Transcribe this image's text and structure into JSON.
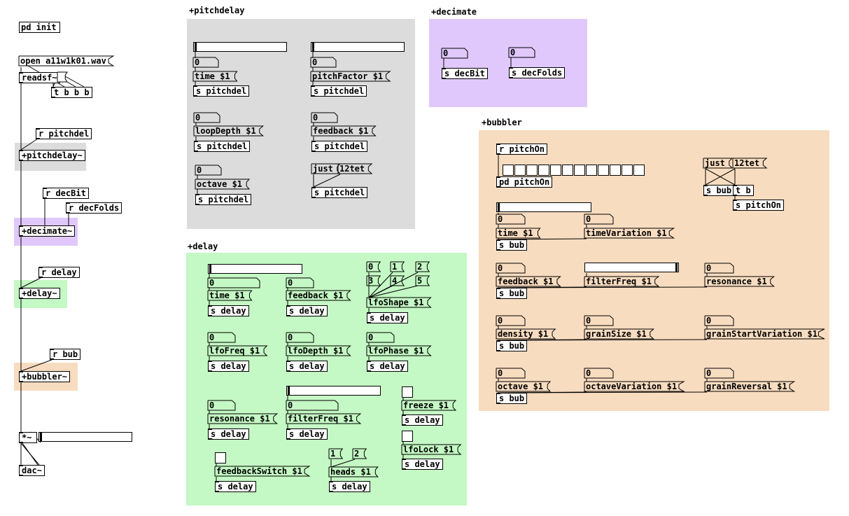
{
  "colors": {
    "pitchdelay_bg": "#dcdcdc",
    "decimate_bg": "#e0c8fc",
    "delay_bg": "#c4f8c4",
    "bubbler_bg": "#f8dcc0",
    "ink": "#000000"
  },
  "main": {
    "init": "pd init",
    "open": "open a11w1k01.wav",
    "readsf": "readsf~",
    "trigger": "t b b b",
    "r_pitchdel": "r pitchdel",
    "pitchdelay_abs": "+pitchdelay~",
    "r_decbit": "r decBit",
    "r_decfolds": "r decFolds",
    "decimate_abs": "+decimate~",
    "r_delay": "r delay",
    "delay_abs": "+delay~",
    "r_bub": "r bub",
    "bubbler_abs": "+bubbler~",
    "mul": "*~",
    "dac": "dac~"
  },
  "pitchdelay": {
    "title": "+pitchdelay",
    "nb1": "0",
    "time": "time $1",
    "s1": "s pitchdel",
    "nb2": "0",
    "pitchfactor": "pitchFactor $1",
    "s2": "s pitchdel",
    "nb3": "0",
    "loopdepth": "loopDepth $1",
    "s3": "s pitchdel",
    "nb4": "0",
    "feedback": "feedback $1",
    "s4": "s pitchdel",
    "nb5": "0",
    "octave": "octave $1",
    "s5": "s pitchdel",
    "just": "just",
    "twelvetet": "12tet",
    "s6": "s pitchdel"
  },
  "decimate": {
    "title": "+decimate",
    "nb1": "0",
    "s1": "s decBit",
    "nb2": "0",
    "s2": "s decFolds"
  },
  "bubbler": {
    "title": "+bubbler",
    "r_pitchon": "r pitchOn",
    "pd_pitchon": "pd pitchOn",
    "just": "just",
    "twelvetet": "12tet",
    "s_bub": "s bub",
    "t_b": "t b",
    "s_pitchon": "s pitchOn",
    "nb_time": "0",
    "time": "time $1",
    "s_time": "s bub",
    "nb_timevar": "0",
    "timevariation": "timeVariation $1",
    "nb_feedback": "0",
    "feedback": "feedback $1",
    "s_feedback": "s bub",
    "filterfreq": "filterFreq $1",
    "nb_res": "0",
    "resonance": "resonance $1",
    "nb_density": "0",
    "density": "density $1",
    "s_density": "s bub",
    "nb_grain": "0",
    "grainsize": "grainSize $1",
    "nb_gsv": "0",
    "grainstart": "grainStartVariation $1",
    "nb_oct": "0",
    "octave": "octave $1",
    "s_oct": "s bub",
    "nb_octvar": "0",
    "octavevariation": "octaveVariation $1",
    "nb_rev": "0",
    "grainreversal": "grainReversal $1",
    "pitch_slider_level": 1.0
  },
  "delay": {
    "title": "+delay",
    "nb_time": "0",
    "time": "time $1",
    "s_time": "s delay",
    "nb_fb": "0",
    "feedback": "feedback $1",
    "s_fb": "s delay",
    "m0": "0",
    "m1": "1",
    "m2": "2",
    "m3": "3",
    "m4": "4",
    "m5": "5",
    "lfoshape": "lfoShape $1",
    "s_lfoshape": "s delay",
    "nb_lfofreq": "0",
    "lfofreq": "lfoFreq $1",
    "s_lfofreq": "s delay",
    "nb_lfodepth": "0",
    "lfodepth": "lfoDepth $1",
    "s_lfodepth": "s delay",
    "nb_lfophase": "0",
    "lfophase": "lfoPhase $1",
    "s_lfophase": "s delay",
    "nb_res": "0",
    "resonance": "resonance $1",
    "s_res": "s delay",
    "nb_ff": "0",
    "filterfreq": "filterFreq $1",
    "s_ff": "s delay",
    "freeze": "freeze $1",
    "s_freeze": "s delay",
    "lfolock": "lfoLock $1",
    "s_lfolock": "s delay",
    "fbswitch": "feedbackSwitch $1",
    "s_fbswitch": "s delay",
    "h1": "1",
    "h2": "2",
    "heads": "heads $1",
    "s_heads": "s delay"
  }
}
